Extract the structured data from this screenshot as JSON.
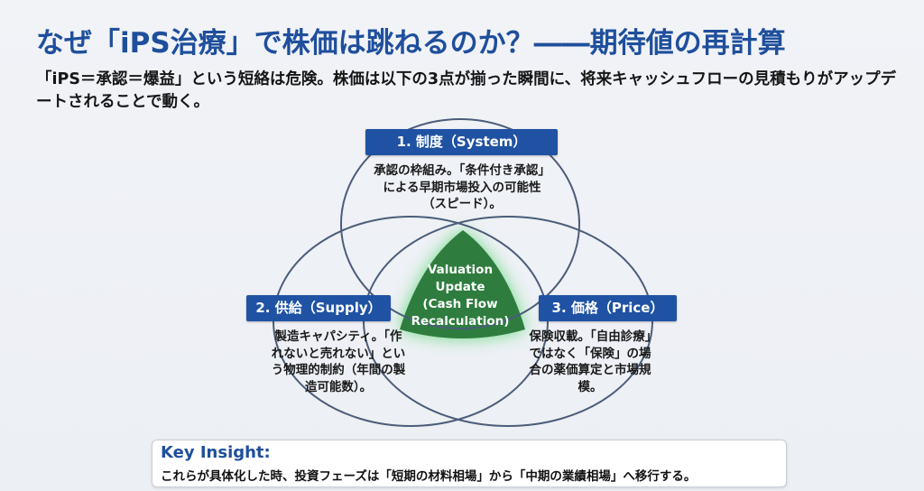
{
  "title": "なぜ「iPS治療」で株価は跳ねるのか？――期待値の再計算",
  "subtitle": "「iPS＝承認＝爆益」という短絡は危険。株価は以下の3点が揃った瞬間に、将来キャッシュフローの見積もりがアップデートされることで動く。",
  "venn": {
    "system": {
      "label": "1. 制度（System）",
      "text": "承認の枠組み。「条件付き承認」による早期市場投入の可能性（スピード）。"
    },
    "supply": {
      "label": "2. 供給（Supply）",
      "text": "製造キャパシティ。「作れないと売れない」という物理的制約（年間の製造可能数）。"
    },
    "price": {
      "label": "3. 価格（Price）",
      "text": "保険収載。「自由診療」ではなく「保険」の場合の薬価算定と市場規模。"
    },
    "center": {
      "line1": "Valuation",
      "line2": "Update",
      "line3": "(Cash Flow",
      "line4": "Recalculation)"
    },
    "colors": {
      "label_bg": "#1f52a3",
      "center": "#2e7d3e",
      "circle_stroke": "#4a5d7a"
    }
  },
  "insight": {
    "heading": "Key Insight:",
    "text": "これらが具体化した時、投資フェーズは「短期の材料相場」から「中期の業績相場」へ移行する。"
  }
}
